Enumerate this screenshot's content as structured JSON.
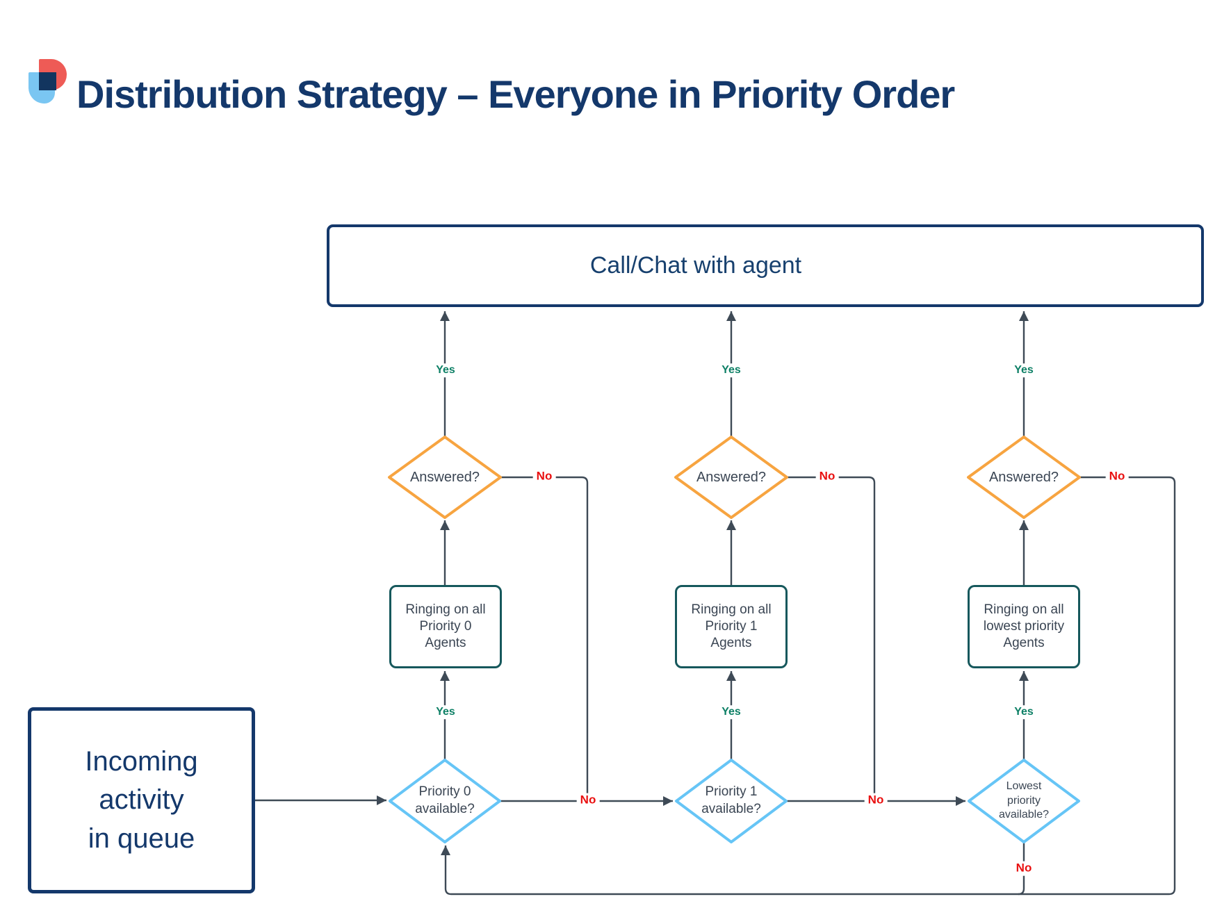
{
  "page": {
    "title": "Distribution Strategy – Everyone in Priority Order",
    "logo": "brand-logo"
  },
  "labels": {
    "yes": "Yes",
    "no": "No"
  },
  "nodes": {
    "incoming": "Incoming\nactivity\nin queue",
    "call_chat": "Call/Chat with agent",
    "col1": {
      "available": "Priority 0\navailable?",
      "ringing": "Ringing on all\nPriority 0\nAgents",
      "answered": "Answered?"
    },
    "col2": {
      "available": "Priority 1\navailable?",
      "ringing": "Ringing on all\nPriority 1\nAgents",
      "answered": "Answered?"
    },
    "col3": {
      "available": "Lowest\npriority\navailable?",
      "ringing": "Ringing on all\nlowest priority\nAgents",
      "answered": "Answered?"
    }
  },
  "colors": {
    "title_navy": "#14386B",
    "box_navy_border": "#14386B",
    "ringing_teal_border": "#16585C",
    "answered_orange_border": "#F7A440",
    "available_blue_border": "#66C5F6",
    "line": "#3E4A56",
    "yes_green": "#0E8066",
    "no_red": "#E90F0F",
    "node_text": "#3A4553",
    "logo_red": "#EE5B56",
    "logo_blue": "#7AC6F2",
    "logo_navy": "#12355F"
  }
}
